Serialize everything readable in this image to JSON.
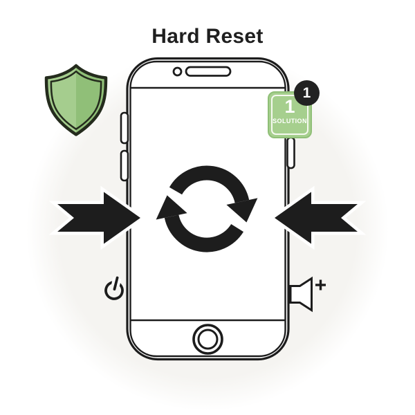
{
  "title": "Hard Reset",
  "solution_badge": {
    "count": "1",
    "label": "SOLUTION",
    "notification_count": "1"
  },
  "icons": {
    "shield": "shield-icon",
    "refresh": "refresh-arrows-icon",
    "press_left": "arrow-press-right-icon",
    "press_right": "arrow-press-left-icon",
    "power": "power-icon",
    "volume_up": "volume-plus-icon",
    "camera": "front-camera-icon",
    "earpiece": "earpiece-speaker-icon",
    "home": "home-button-icon"
  },
  "colors": {
    "line": "#1c1c1c",
    "shield_green": "#a5cd8e",
    "shield_green_dark": "#90bf78",
    "shield_outline": "#242b1d",
    "badge_green": "#a6cf8e",
    "badge_border": "#8fbf77",
    "notification_bg": "#222222",
    "background": "#ffffff",
    "halo": "#f5f4f1"
  }
}
